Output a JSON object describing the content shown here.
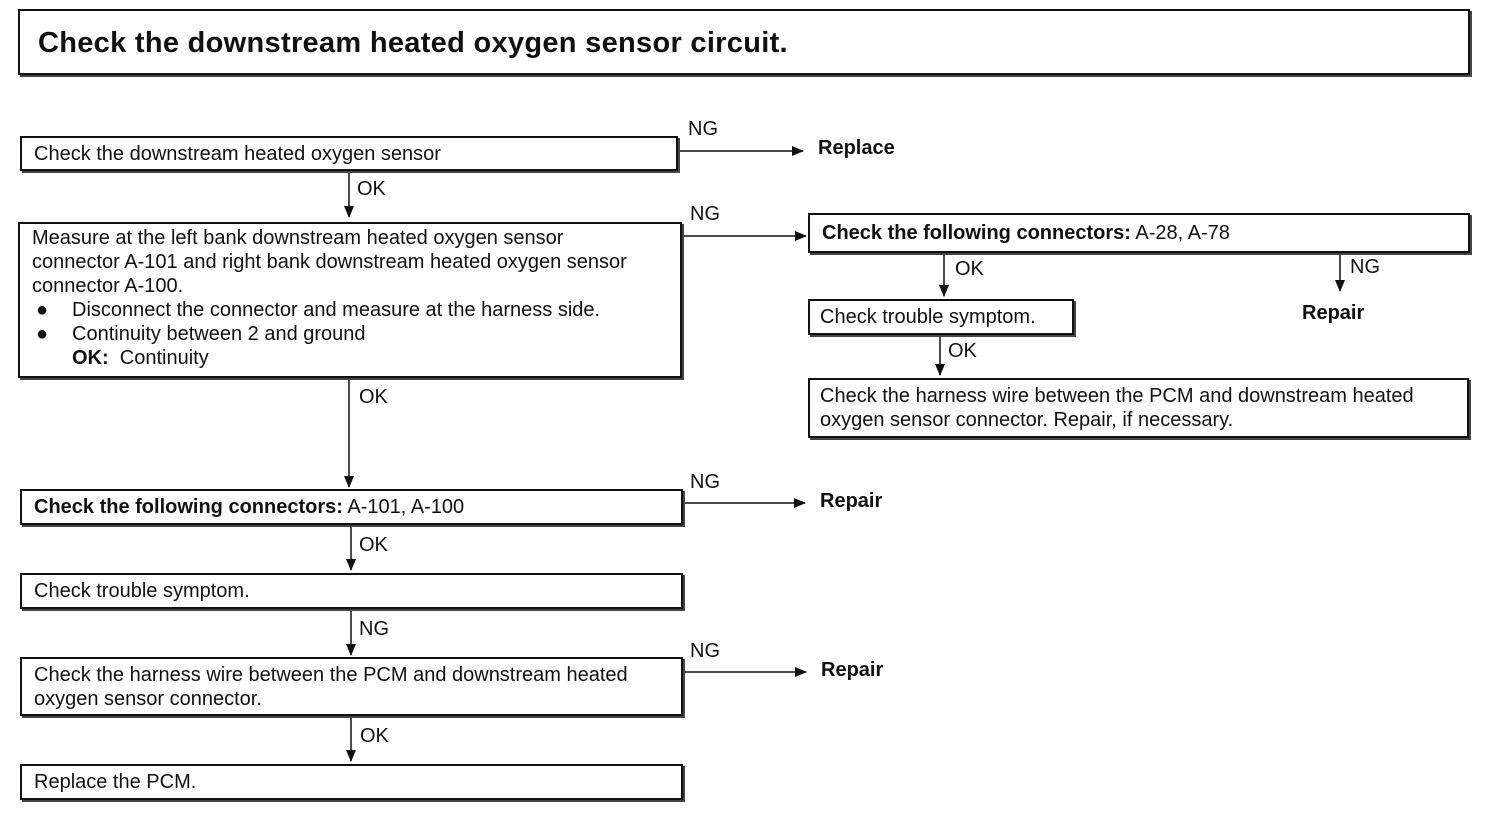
{
  "title": "Check the downstream heated oxygen sensor circuit.",
  "boxes": {
    "b1": "Check the downstream heated oxygen sensor",
    "b2": {
      "line1": "Measure at the left bank downstream heated oxygen sensor",
      "line2": "connector A-101 and right bank downstream heated oxygen sensor",
      "line3": "connector A-100.",
      "bullets": [
        "Disconnect the connector and measure at the harness side.",
        "Continuity between 2 and ground"
      ],
      "ok_label": "OK:",
      "ok_value": "Continuity"
    },
    "b3": {
      "bold": "Check the following connectors:",
      "rest": " A-101, A-100"
    },
    "b4": "Check trouble symptom.",
    "b5": {
      "line1": "Check the harness wire between the PCM and downstream heated",
      "line2": "oxygen sensor connector."
    },
    "b6": "Replace the PCM.",
    "r1": {
      "bold": "Check the following connectors:",
      "rest": " A-28, A-78"
    },
    "r2": "Check trouble symptom.",
    "r3": {
      "line1": "Check the harness wire between the PCM and downstream heated",
      "line2": "oxygen sensor connector. Repair, if necessary."
    }
  },
  "labels": {
    "ng": "NG",
    "ok": "OK"
  },
  "results": {
    "replace": "Replace",
    "repair": "Repair"
  }
}
